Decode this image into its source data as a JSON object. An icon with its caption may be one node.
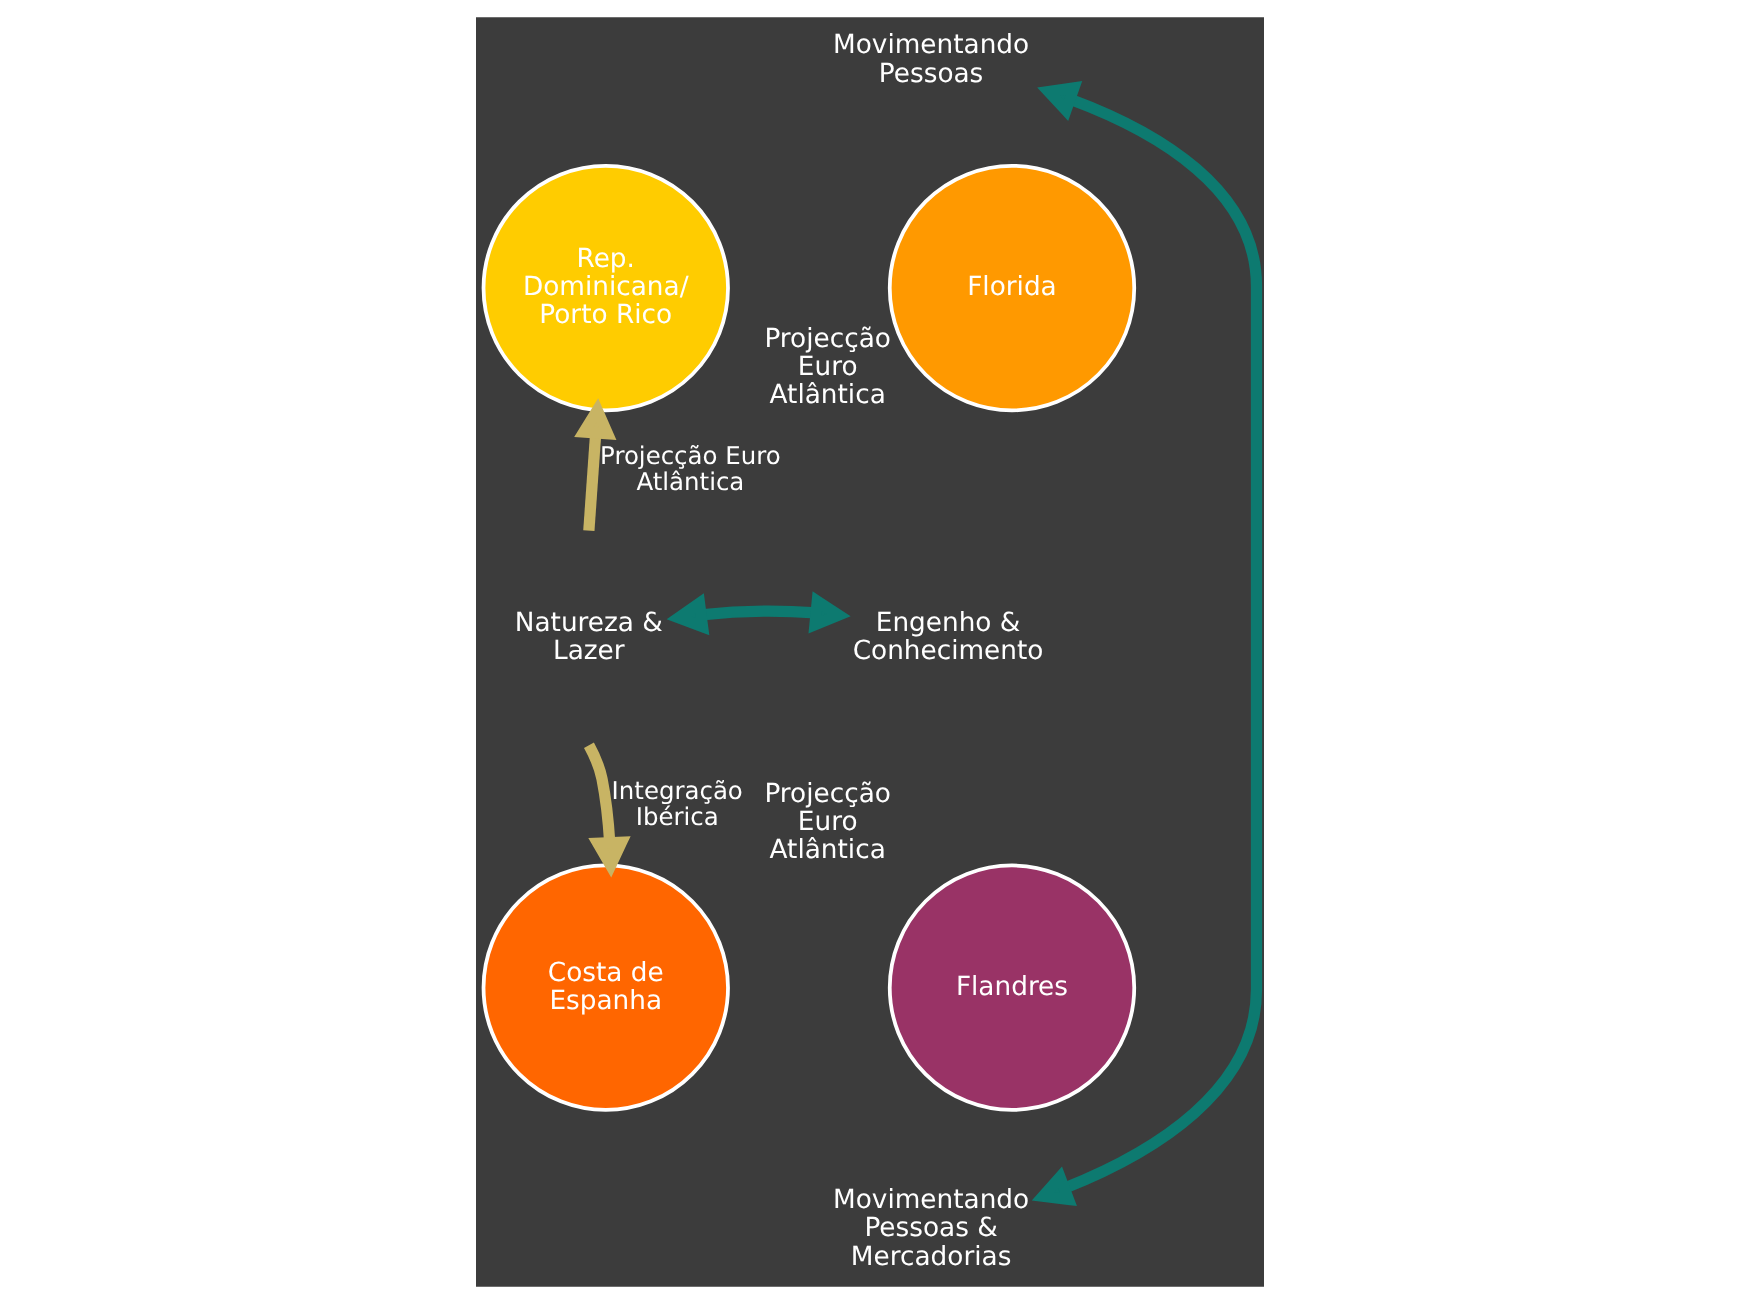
{
  "diagram": {
    "nodes": [
      {
        "text": [
          "Movimentando  Pessoas"
        ]
      },
      {
        "text": [
          "Rep. Dominicana/ Porto Rico"
        ]
      },
      {
        "text": [
          "Florida"
        ],
        "beside": [
          "Projecção Euro Atlântica"
        ]
      },
      {
        "text": [
          "Natureza & Lazer"
        ]
      },
      {
        "text": [
          "Engenho & Conhecimento"
        ]
      },
      {
        "text": [
          "Costa de Espanha"
        ]
      },
      {
        "text": [
          "Flandres"
        ],
        "beside": [
          "Projecção Euro Atlântica"
        ]
      },
      {
        "text": [
          "Movimentando Pessoas & Mercadorias"
        ]
      }
    ],
    "edges": [
      {
        "from": 7,
        "to": 0,
        "arrow": "both"
      },
      {
        "from": 3,
        "to": 4,
        "arrow": "both"
      },
      {
        "from": null,
        "to": 1,
        "arrow": "to",
        "label": "Projecção Euro Atlântica",
        "color": "#c8b464"
      },
      {
        "from": null,
        "to": 5,
        "arrow": "to",
        "label": "Integração Ibérica",
        "color": "#c8b464"
      }
    ]
  }
}
